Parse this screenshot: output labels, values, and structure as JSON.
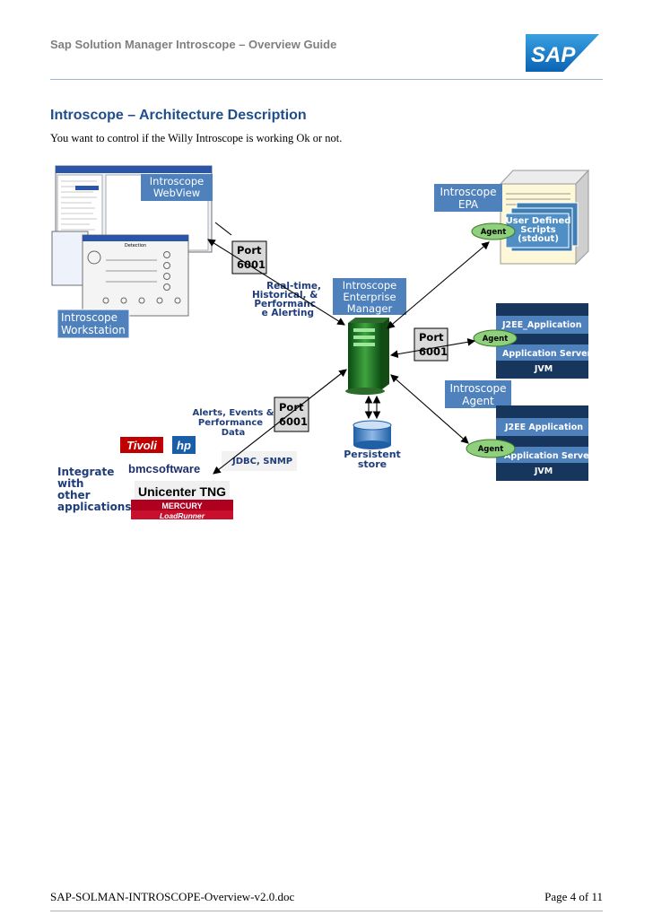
{
  "header": {
    "title": "Sap Solution Manager Introscope – Overview Guide",
    "logo_text": "SAP"
  },
  "section": {
    "heading": "Introscope – Architecture Description",
    "intro": "You want to control if the Willy Introscope is working Ok or not."
  },
  "diagram": {
    "webview": [
      "Introscope",
      "WebView"
    ],
    "workstation": [
      "Introscope",
      "Workstation"
    ],
    "port_top": [
      "Port",
      "6001"
    ],
    "port_mid": [
      "Port",
      "6001"
    ],
    "port_low": [
      "Port",
      "6001"
    ],
    "realtime": [
      "Real-time,",
      "Historical, &",
      "Performanc",
      "e Alerting"
    ],
    "em": [
      "Introscope",
      "Enterprise",
      "Manager"
    ],
    "epa": [
      "Introscope",
      "EPA"
    ],
    "user_scripts": [
      "User Defined",
      "Scripts",
      "(stdout)"
    ],
    "agent": "Agent",
    "introscope_agent": [
      "Introscope",
      "Agent"
    ],
    "j2ee_top": "J2EE_Application",
    "j2ee_bottom": "J2EE Application",
    "app_server": "Application Server",
    "jvm": "JVM",
    "alerts": [
      "Alerts, Events &",
      "Performance",
      "Data"
    ],
    "jdbc": "JDBC, SNMP",
    "persistent": [
      "Persistent",
      "store"
    ],
    "integrate": [
      "Integrate",
      "with",
      "other",
      "applications"
    ],
    "logos": {
      "tivoli": "Tivoli",
      "hp": "hp",
      "bmc": "bmcsoftware",
      "unicenter": "Unicenter TNG",
      "mercury": "MERCURY",
      "loadrunner": "LoadRunner"
    },
    "detection_title": "Detection"
  },
  "footer": {
    "doc": "SAP-SOLMAN-INTROSCOPE-Overview-v2.0.doc",
    "page": "Page 4 of 11"
  },
  "colors": {
    "blue_box": "#4f81bd",
    "teal_box": "#17365d",
    "green": "#9bd18a",
    "heading": "#1f4e8c"
  }
}
